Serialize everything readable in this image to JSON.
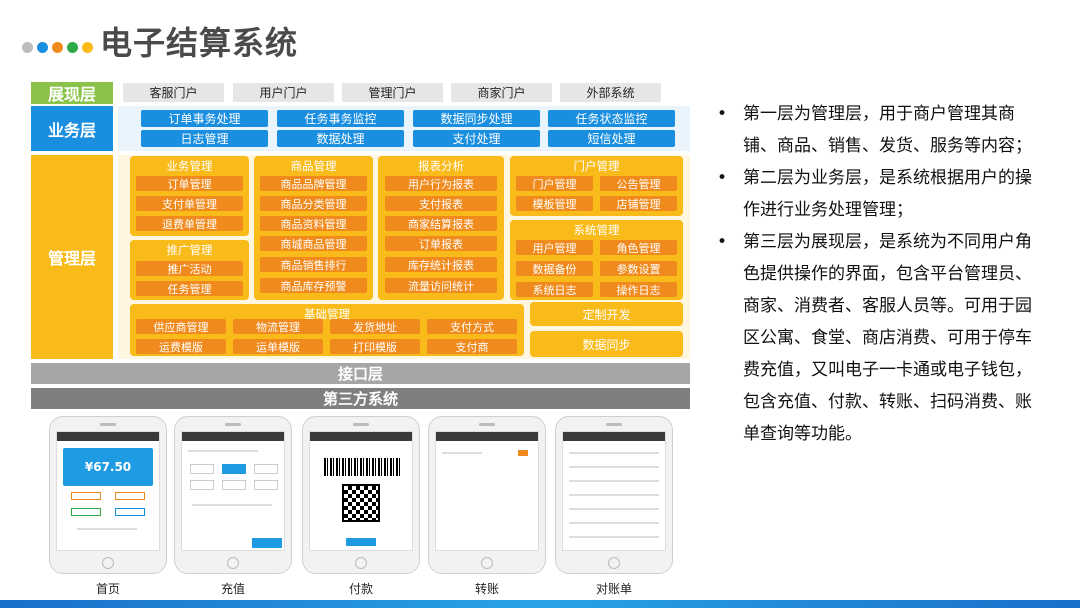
{
  "title": "电子结算系统",
  "dot_colors": [
    "#bdbdbd",
    "#1a8fe0",
    "#f08a1c",
    "#2eaa4a",
    "#f9bb1a"
  ],
  "layers": {
    "presentation": {
      "label": "展现层",
      "portals": [
        "客服门户",
        "用户门户",
        "管理门户",
        "商家门户",
        "外部系统"
      ]
    },
    "business": {
      "label": "业务层",
      "items": [
        "订单事务处理",
        "任务事务监控",
        "数据同步处理",
        "任务状态监控",
        "日志管理",
        "数据处理",
        "支付处理",
        "短信处理"
      ]
    },
    "management": {
      "label": "管理层",
      "groups": {
        "business_mgmt": {
          "title": "业务管理",
          "items": [
            "订单管理",
            "支付单管理",
            "退费单管理"
          ]
        },
        "promotion": {
          "title": "推广管理",
          "items": [
            "推广活动",
            "任务管理"
          ]
        },
        "goods": {
          "title": "商品管理",
          "items": [
            "商品品牌管理",
            "商品分类管理",
            "商品资料管理",
            "商城商品管理",
            "商品销售排行",
            "商品库存预警"
          ]
        },
        "reports": {
          "title": "报表分析",
          "items": [
            "用户行为报表",
            "支付报表",
            "商家结算报表",
            "订单报表",
            "库存统计报表",
            "流量访问统计"
          ]
        },
        "portal": {
          "title": "门户管理",
          "items": [
            "门户管理",
            "公告管理",
            "模板管理",
            "店铺管理"
          ]
        },
        "system": {
          "title": "系统管理",
          "items": [
            "用户管理",
            "角色管理",
            "数据备份",
            "参数设置",
            "系统日志",
            "操作日志"
          ]
        },
        "base": {
          "title": "基础管理",
          "items": [
            "供应商管理",
            "物流管理",
            "发货地址",
            "支付方式",
            "运费模版",
            "运单模版",
            "打印模版",
            "支付商"
          ]
        },
        "custom_dev": "定制开发",
        "data_sync": "数据同步"
      }
    },
    "interface": {
      "label": "接口层"
    },
    "third_party": {
      "label": "第三方系统"
    }
  },
  "phones": [
    {
      "label": "首页",
      "amount": "¥67.50"
    },
    {
      "label": "充值"
    },
    {
      "label": "付款"
    },
    {
      "label": "转账"
    },
    {
      "label": "对账单"
    }
  ],
  "bullets": [
    "第一层为管理层，用于商户管理其商铺、商品、销售、发货、服务等内容；",
    "第二层为业务层，是系统根据用户的操作进行业务处理管理；",
    "第三层为展现层，是系统为不同用户角色提供操作的界面，包含平台管理员、商家、消费者、客服人员等。可用于园区公寓、食堂、商店消费、可用于停车费充值，又叫电子一卡通或电子钱包，包含充值、付款、转账、扫码消费、账单查询等功能。"
  ],
  "colors": {
    "green_label": "#8bc34a",
    "blue": "#1a8fe0",
    "yellow": "#f9bb1a",
    "orange": "#f08a1c",
    "gray_band": "#a6a6a6",
    "dark_band": "#7f7f7f"
  }
}
